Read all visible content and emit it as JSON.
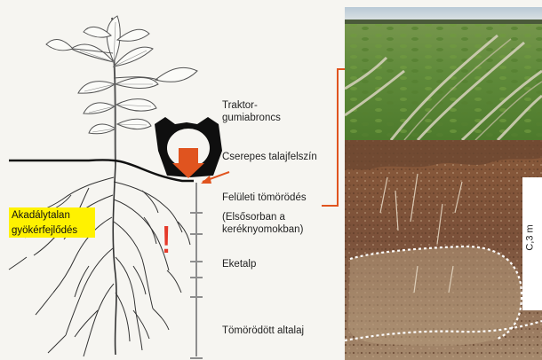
{
  "labels": {
    "tire": [
      "Traktor-",
      "gumiabroncs"
    ],
    "crusted_surface": "Cserepes talajfelszín",
    "surface_compaction": "Felületi tömörödés",
    "compaction_note": [
      "(Elsősorban a",
      "keréknyomokban)"
    ],
    "plough_pan": "Eketalp",
    "compacted_subsoil": "Tömörödött altalaj",
    "root_development": [
      "Akadálytalan",
      "gyökérfejlődés"
    ],
    "exclamation": "!",
    "depth": "C,3 m"
  },
  "colors": {
    "arrow": "#e0541f",
    "highlight": "#fff200",
    "exclamation": "#e53a2a"
  }
}
